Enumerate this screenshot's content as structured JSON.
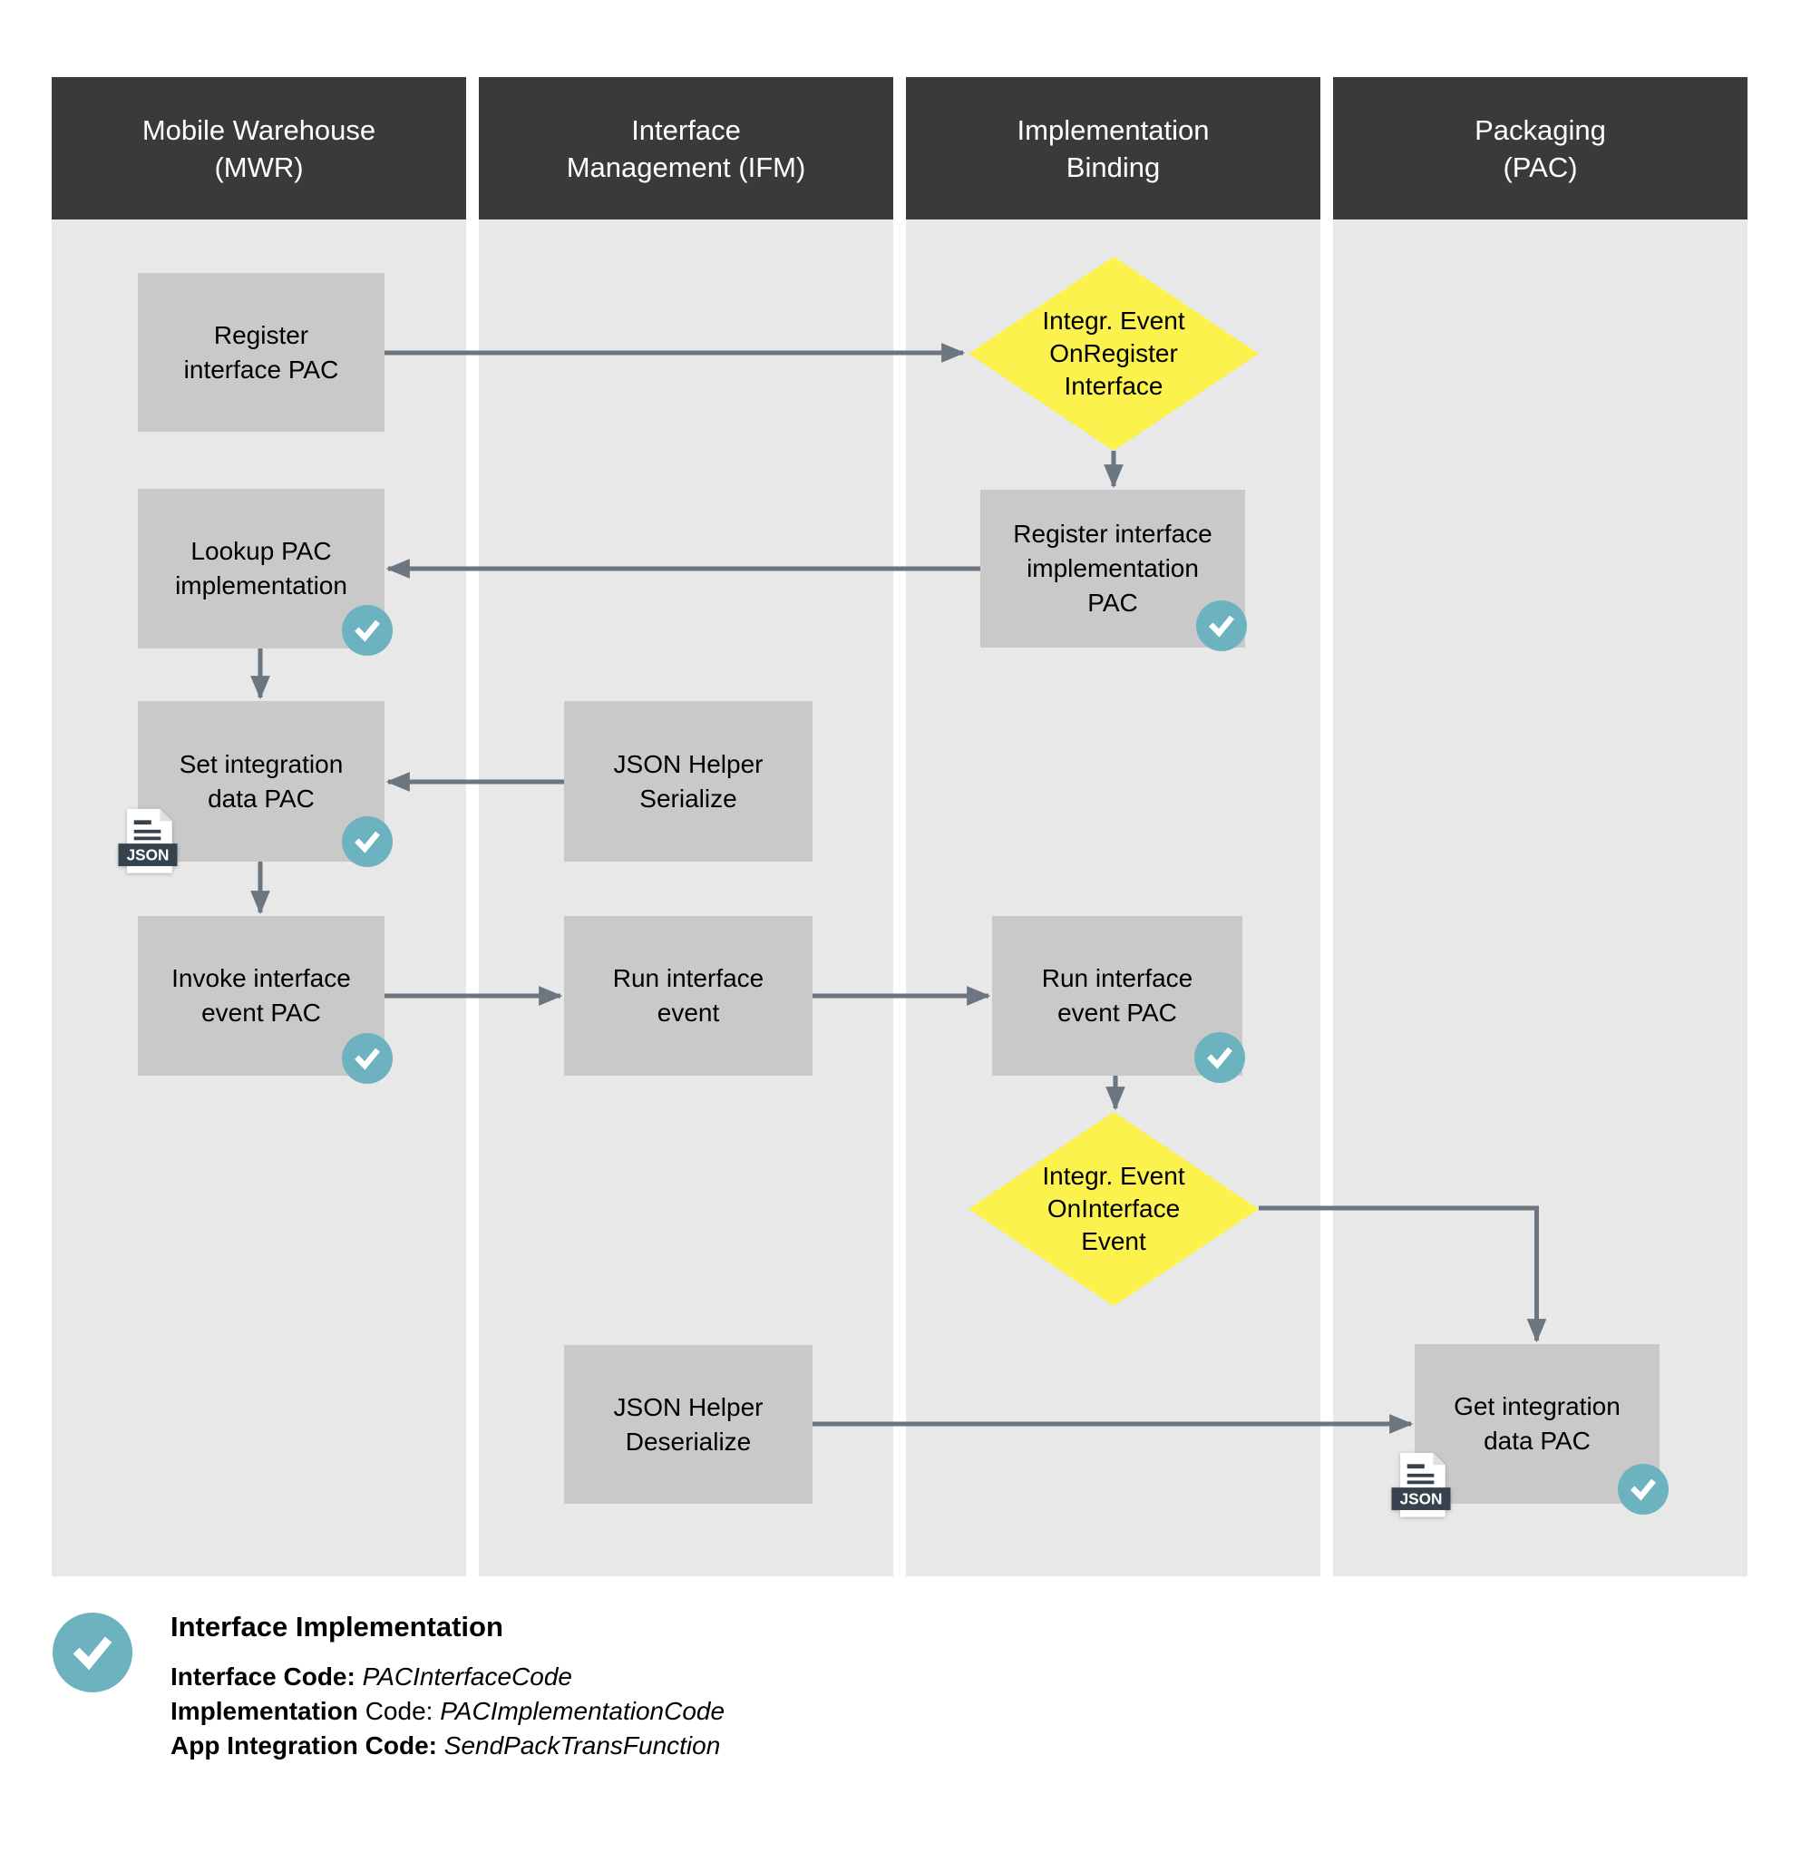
{
  "lanes": [
    {
      "line1": "Mobile Warehouse",
      "line2": "(MWR)"
    },
    {
      "line1": "Interface",
      "line2": "Management (IFM)"
    },
    {
      "line1": "Implementation",
      "line2": "Binding"
    },
    {
      "line1": "Packaging",
      "line2": "(PAC)"
    }
  ],
  "nodes": {
    "register": {
      "line1": "Register",
      "line2": "interface PAC"
    },
    "lookup": {
      "line1": "Lookup PAC",
      "line2": "implementation"
    },
    "set": {
      "line1": "Set integration",
      "line2": "data PAC"
    },
    "invoke": {
      "line1": "Invoke interface",
      "line2": "event PAC"
    },
    "serialize": {
      "line1": "JSON Helper",
      "line2": "Serialize"
    },
    "run_ifm": {
      "line1": "Run interface",
      "line2": "event"
    },
    "run_pac": {
      "line1": "Run interface",
      "line2": "event PAC"
    },
    "reg_impl": {
      "line1": "Register interface",
      "line2": "implementation",
      "line3": "PAC"
    },
    "deserialize": {
      "line1": "JSON Helper",
      "line2": "Deserialize"
    },
    "get": {
      "line1": "Get integration",
      "line2": "data PAC"
    },
    "event_onregister": {
      "line1": "Integr. Event",
      "line2": "OnRegister",
      "line3": "Interface"
    },
    "event_oninterface": {
      "line1": "Integr. Event",
      "line2": "OnInterface",
      "line3": "Event"
    }
  },
  "icons": {
    "json_label": "JSON",
    "check_badge": "interface-implementation-check"
  },
  "legend": {
    "title": "Interface Implementation",
    "rows": [
      {
        "bold": "Interface Code: ",
        "normal": "",
        "italic": "PACInterfaceCode"
      },
      {
        "bold": "Implementation",
        "normal": " Code: ",
        "italic": "PACImplementationCode"
      },
      {
        "bold": "App Integration Code: ",
        "normal": "",
        "italic": "SendPackTransFunction"
      }
    ]
  },
  "colors": {
    "header_bg": "#3a3a3a",
    "lane_bg": "#e8e8e8",
    "box_fill": "#c9c9c9",
    "diamond_fill": "#fbf24e",
    "arrow": "#6b7680",
    "badge_teal": "#6cb2bf",
    "json_icon_dark": "#36424e"
  }
}
